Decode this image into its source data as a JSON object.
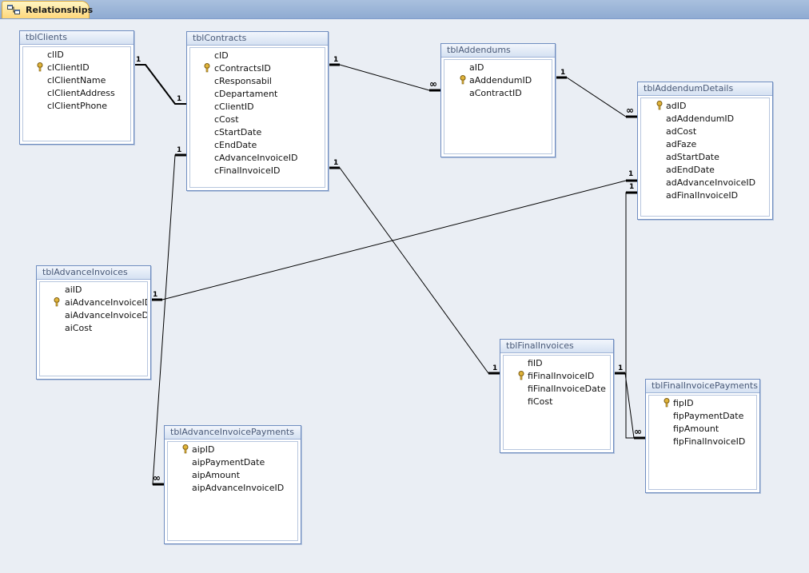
{
  "tab": {
    "label": "Relationships",
    "icon": "relationships-icon"
  },
  "colors": {
    "line": "#000000",
    "title_text": "#4a5a78",
    "tab_bg": "#ffd77a"
  },
  "tables": {
    "clients": {
      "name": "tblClients",
      "fields": [
        "clID",
        "clClientID",
        "clClientName",
        "clClientAddress",
        "clClientPhone"
      ],
      "primary_key": "clClientID"
    },
    "contracts": {
      "name": "tblContracts",
      "fields": [
        "cID",
        "cContractsID",
        "cResponsabil",
        "cDepartament",
        "cClientID",
        "cCost",
        "cStartDate",
        "cEndDate",
        "cAdvanceInvoiceID",
        "cFinalInvoiceID"
      ],
      "primary_key": "cContractsID"
    },
    "addendums": {
      "name": "tblAddendums",
      "fields": [
        "aID",
        "aAddendumID",
        "aContractID"
      ],
      "primary_key": "aAddendumID"
    },
    "addendum_details": {
      "name": "tblAddendumDetails",
      "fields": [
        "adID",
        "adAddendumID",
        "adCost",
        "adFaze",
        "adStartDate",
        "adEndDate",
        "adAdvanceInvoiceID",
        "adFinalInvoiceID"
      ],
      "primary_key": "adID"
    },
    "advance_invoices": {
      "name": "tblAdvanceInvoices",
      "fields": [
        "aiID",
        "aiAdvanceInvoiceID",
        "aiAdvanceInvoiceDat",
        "aiCost"
      ],
      "primary_key": "aiAdvanceInvoiceID"
    },
    "advance_invoice_payments": {
      "name": "tblAdvanceInvoicePayments",
      "fields": [
        "aipID",
        "aipPaymentDate",
        "aipAmount",
        "aipAdvanceInvoiceID"
      ],
      "primary_key": "aipID"
    },
    "final_invoices": {
      "name": "tblFinalInvoices",
      "fields": [
        "fiID",
        "fiFinalInvoiceID",
        "fiFinalInvoiceDate",
        "fiCost"
      ],
      "primary_key": "fiFinalInvoiceID"
    },
    "final_invoice_payments": {
      "name": "tblFinalInvoicePayments",
      "fields": [
        "fipID",
        "fipPaymentDate",
        "fipAmount",
        "fipFinalInvoiceID"
      ],
      "primary_key": "fipID"
    }
  },
  "relationships": [
    {
      "from": "tblClients.clClientID",
      "to": "tblContracts.cClientID",
      "from_card": "1",
      "to_card": "1"
    },
    {
      "from": "tblContracts.cContractsID",
      "to": "tblAddendums.aContractID",
      "from_card": "1",
      "to_card": "∞"
    },
    {
      "from": "tblAddendums.aAddendumID",
      "to": "tblAddendumDetails.adAddendumID",
      "from_card": "1",
      "to_card": "∞"
    },
    {
      "from": "tblContracts.cAdvanceInvoiceID",
      "to": "tblAdvanceInvoicePayments.aipAdvanceInvoiceID",
      "from_card": "1",
      "to_card": "∞"
    },
    {
      "from": "tblAdvanceInvoices.aiAdvanceInvoiceID",
      "to": "tblAddendumDetails.adAdvanceInvoiceID",
      "from_card": "1",
      "to_card": "1"
    },
    {
      "from": "tblContracts.cFinalInvoiceID",
      "to": "tblFinalInvoices.fiFinalInvoiceID",
      "from_card": "1",
      "to_card": "1"
    },
    {
      "from": "tblFinalInvoices.fiFinalInvoiceID",
      "to": "tblFinalInvoicePayments.fipFinalInvoiceID",
      "from_card": "1",
      "to_card": "∞"
    },
    {
      "from": "tblAddendumDetails.adFinalInvoiceID",
      "to": "tblFinalInvoicePayments.fipFinalInvoiceID",
      "from_card": "1",
      "to_card": "∞"
    }
  ]
}
